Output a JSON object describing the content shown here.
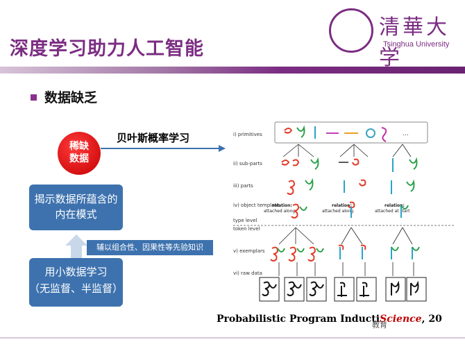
{
  "header": {
    "title": "深度学习助力人工智能",
    "logo_cn": "清華大学",
    "logo_en": "Tsinghua University"
  },
  "bullet": {
    "text": "数据缺乏"
  },
  "flow": {
    "circle_line1": "稀缺",
    "circle_line2": "数据",
    "arrow_label": "贝叶斯概率学习",
    "box_top_line1": "揭示数据所蕴含的",
    "box_top_line2": "内在模式",
    "prior_label": "辅以组合性、因果性等先验知识",
    "box_bottom_line1": "用小数据学习",
    "box_bottom_line2": "（无监督、半监督）"
  },
  "diagram": {
    "labels": {
      "primitives": "i) primitives",
      "subparts": "ii) sub-parts",
      "parts": "iii) parts",
      "object_template": "iv) object template",
      "type_level": "type level",
      "token_level": "token level",
      "exemplars": "v) exemplars",
      "raw_data": "vi) raw data"
    },
    "relations": [
      {
        "title": "relation:",
        "desc": "attached along"
      },
      {
        "title": "relation:",
        "desc": "attached along"
      },
      {
        "title": "relation:",
        "desc": "attached at start"
      }
    ],
    "ellipsis": "..."
  },
  "footer": {
    "credit_prefix": "Probabilistic Program Inducti",
    "credit_journal": "Science",
    "credit_suffix": ", 20",
    "watermark": "教育"
  }
}
